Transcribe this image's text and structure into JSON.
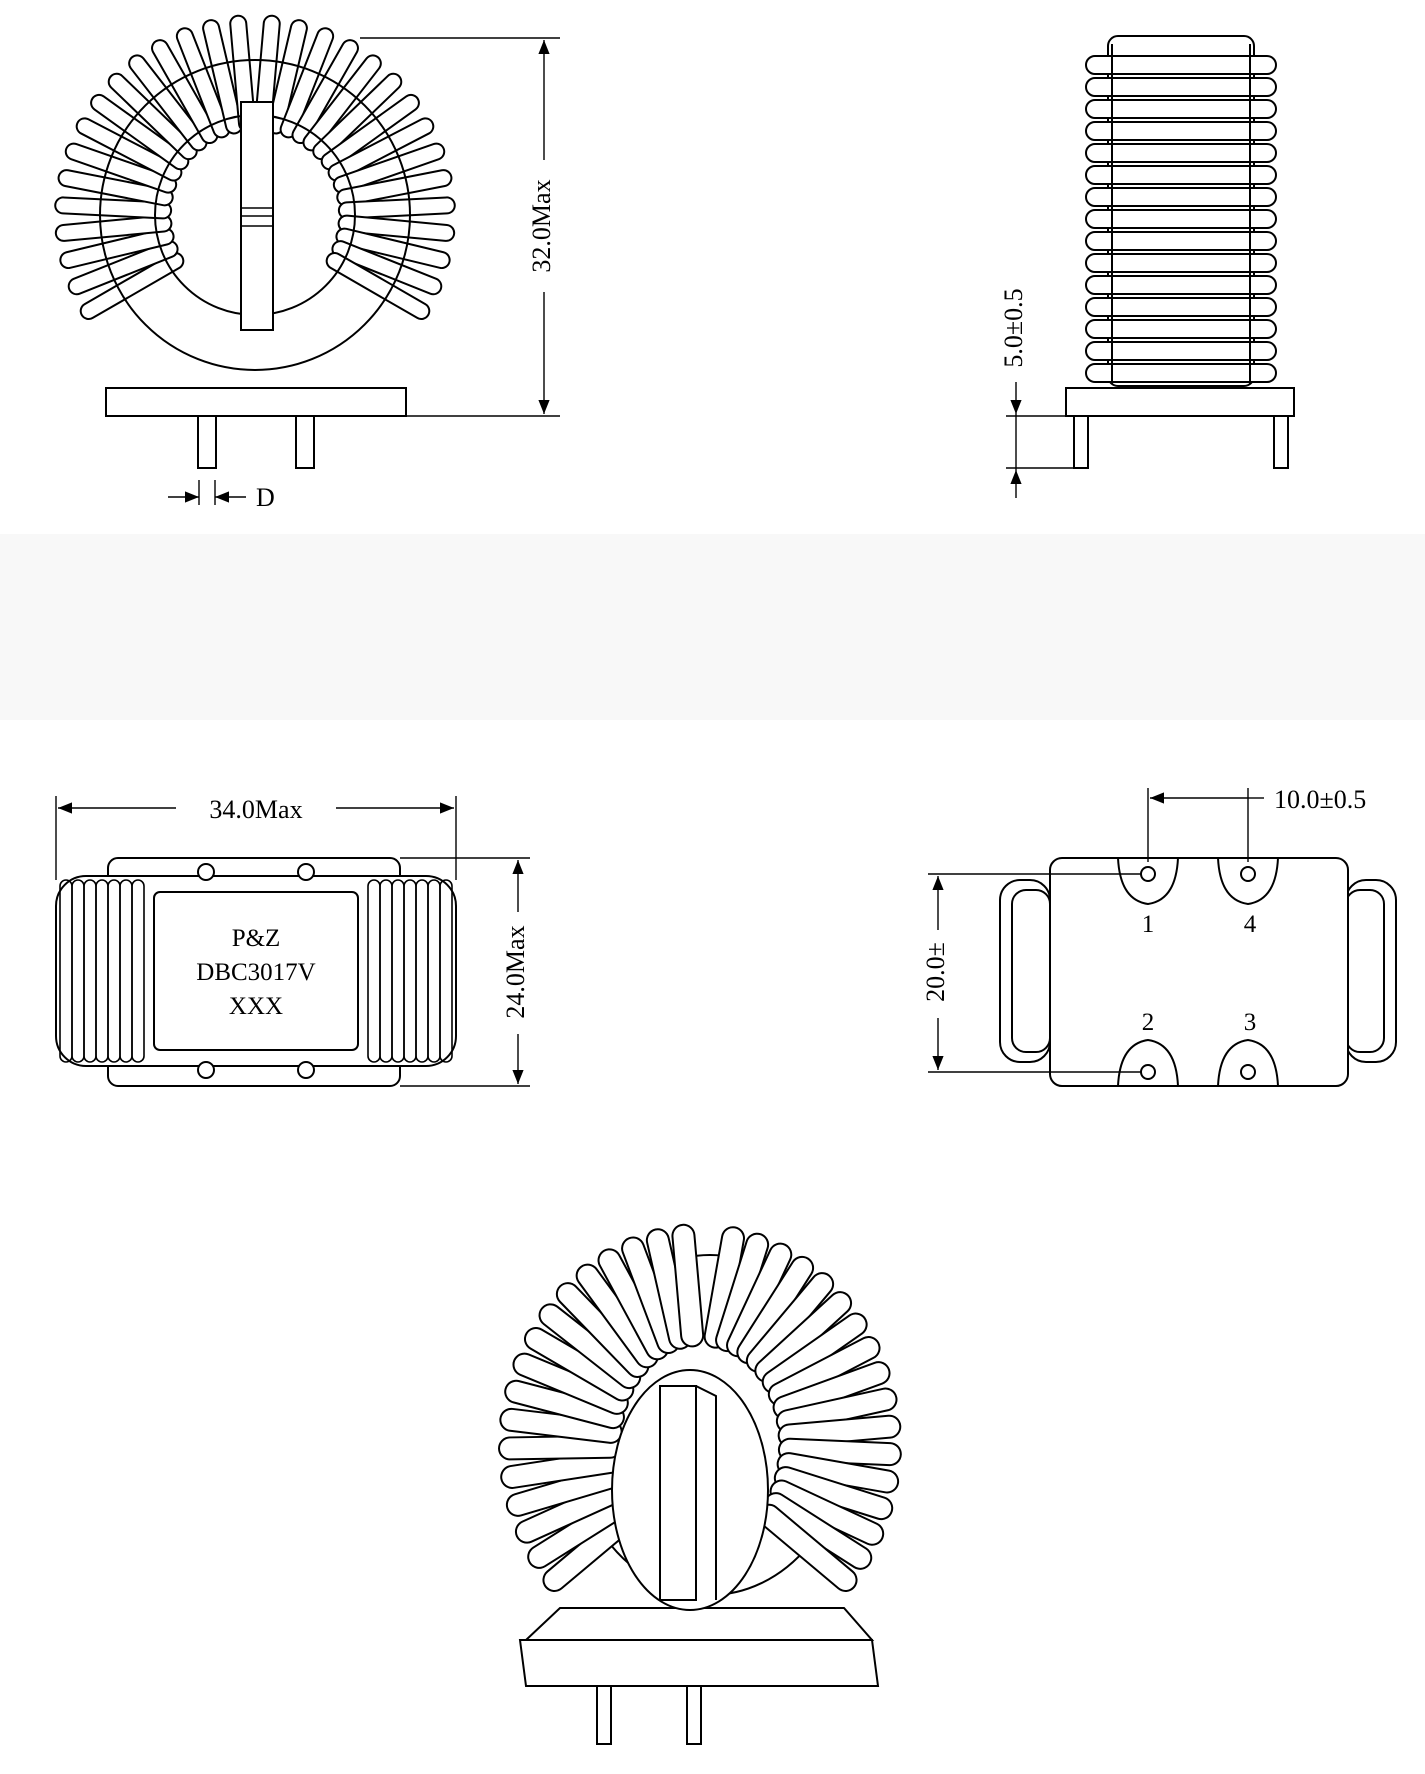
{
  "dimensions": {
    "height_front": "32.0Max",
    "pin_height": "5.0±0.5",
    "pin_diameter": "D",
    "width_top": "34.0Max",
    "depth_top": "24.0Max",
    "pin_pitch": "10.0±0.5",
    "pin_row_spacing": "20.0±"
  },
  "marking": {
    "line1": "P&Z",
    "line2": "DBC3017V",
    "line3": "XXX"
  },
  "pins": [
    "1",
    "4",
    "2",
    "3"
  ],
  "colors": {
    "line": "#000000",
    "background": "#ffffff",
    "band": "#f8f8f8"
  }
}
